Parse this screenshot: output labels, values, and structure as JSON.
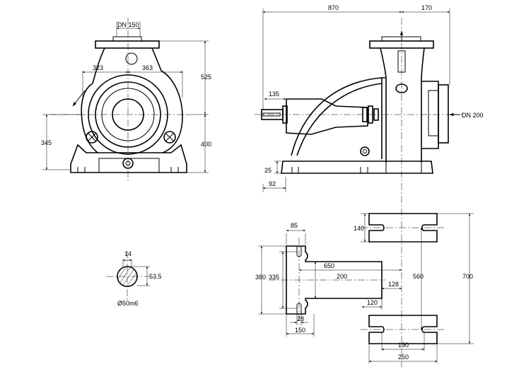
{
  "colors": {
    "line": "#000000",
    "background": "#ffffff"
  },
  "front_view": {
    "flange_label": "DN 150",
    "dim_left_half": "323",
    "dim_right_half": "363",
    "dim_total_height": "525",
    "dim_shaft_height": "345",
    "dim_lower_height": "400"
  },
  "side_view": {
    "dim_length": "870",
    "dim_flange_offset": "170",
    "dim_shaft_end": "135",
    "dim_base_height": "25",
    "dim_base_offset": "92",
    "suction_label": "DN 200"
  },
  "shaft_section": {
    "dim_key_width": "14",
    "dim_key_height": "53.5",
    "dim_diameter": "Ø50m6"
  },
  "foundation": {
    "dim_85": "85",
    "dim_380": "380",
    "dim_335": "335",
    "dim_650": "650",
    "dim_200": "200",
    "dim_128": "128",
    "dim_120": "120",
    "dim_28": "28",
    "dim_150": "150",
    "dim_140": "140",
    "dim_560": "560",
    "dim_700": "700",
    "dim_190": "190",
    "dim_250": "250"
  }
}
